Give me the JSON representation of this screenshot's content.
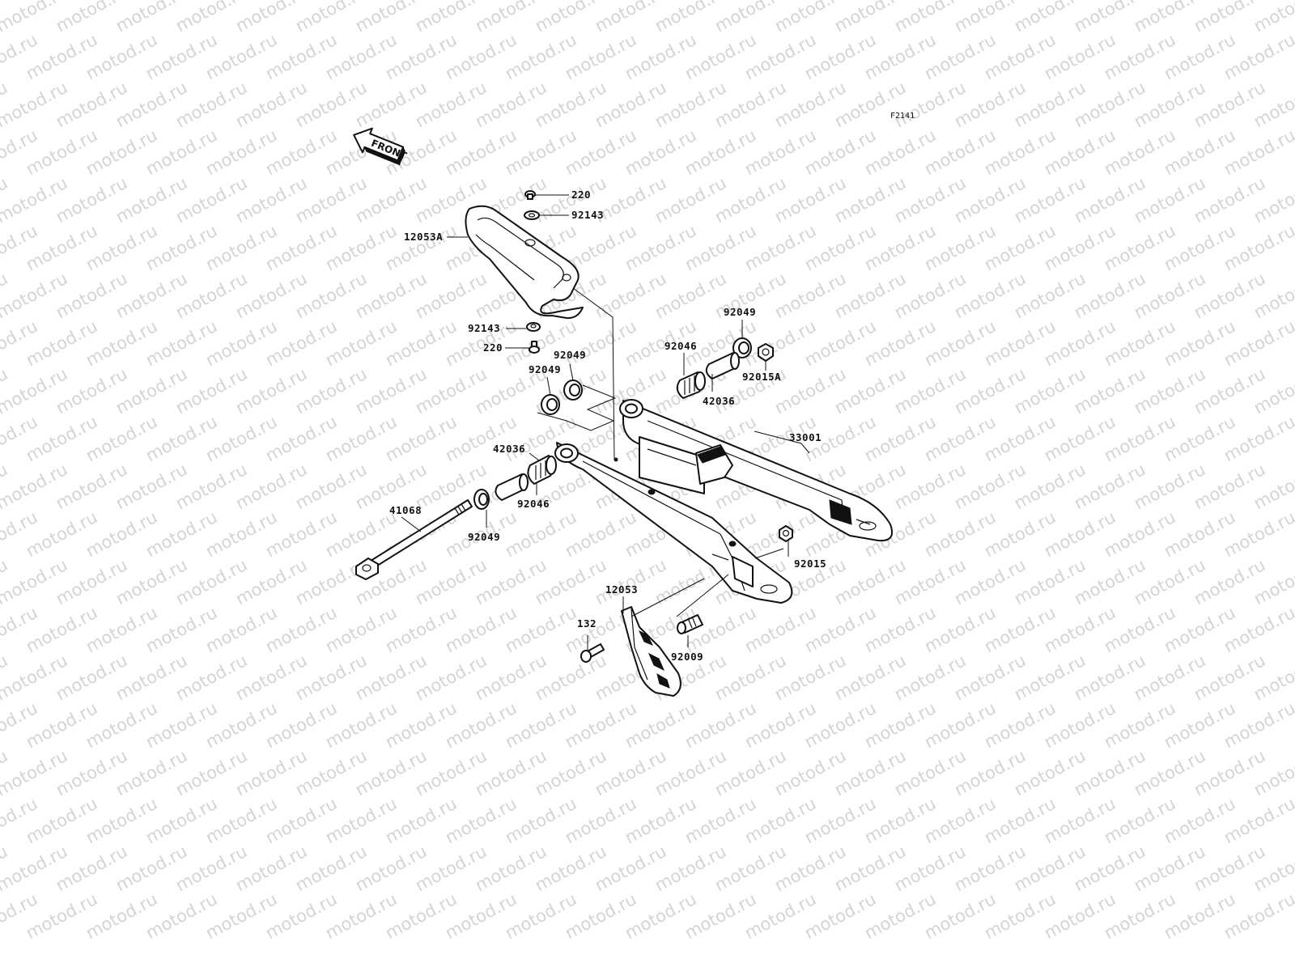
{
  "watermark": "motod.ru",
  "figure_id": "F2141",
  "front_arrow_label": "FRONT",
  "callouts": {
    "c220_top": "220",
    "c92143_top": "92143",
    "c12053A": "12053A",
    "c92143_bot": "92143",
    "c220_bot": "220",
    "c92049_r": "92049",
    "c92046_r": "92046",
    "c42036_r": "42036",
    "c92015A": "92015A",
    "c92049_ml": "92049",
    "c92049_mr": "92049",
    "c33001": "33001",
    "c42036_l": "42036",
    "c92046_l": "92046",
    "c41068": "41068",
    "c92049_l": "92049",
    "c92015": "92015",
    "c12053": "12053",
    "c132": "132",
    "c92009": "92009"
  }
}
